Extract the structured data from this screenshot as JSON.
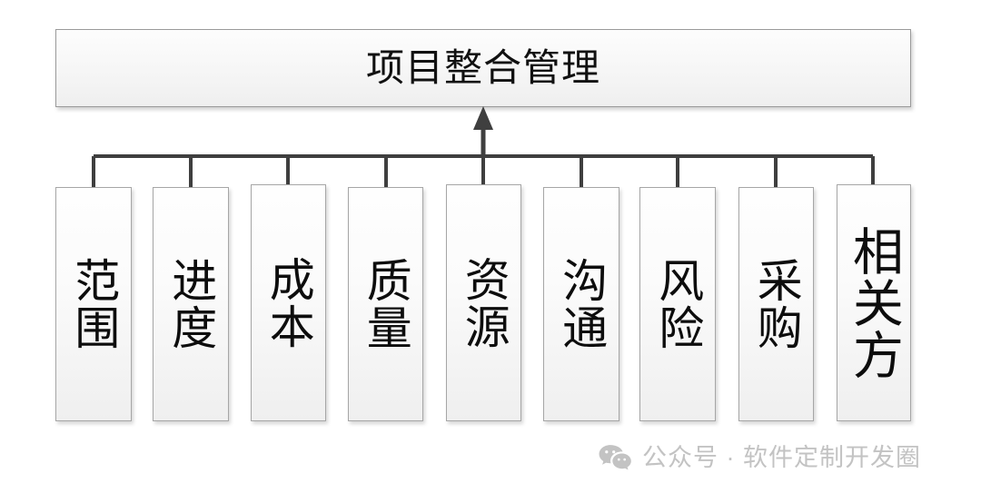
{
  "diagram": {
    "title": "项目整合管理",
    "root": {
      "label": "项目整合管理"
    },
    "leaves": [
      {
        "label": "范围"
      },
      {
        "label": "进度"
      },
      {
        "label": "成本"
      },
      {
        "label": "质量"
      },
      {
        "label": "资源"
      },
      {
        "label": "沟通"
      },
      {
        "label": "风险"
      },
      {
        "label": "采购"
      },
      {
        "label": "相关方"
      }
    ]
  },
  "watermark": {
    "icon": "wechat-icon",
    "text": "公众号 · 软件定制开发圈"
  },
  "colors": {
    "node_border": "#9a9a9a",
    "node_fill_top": "#fdfdfd",
    "node_fill_bottom": "#efefef",
    "connector": "#3f3f3f",
    "text": "#111111",
    "watermark": "#c3c3c3",
    "background": "#ffffff"
  }
}
